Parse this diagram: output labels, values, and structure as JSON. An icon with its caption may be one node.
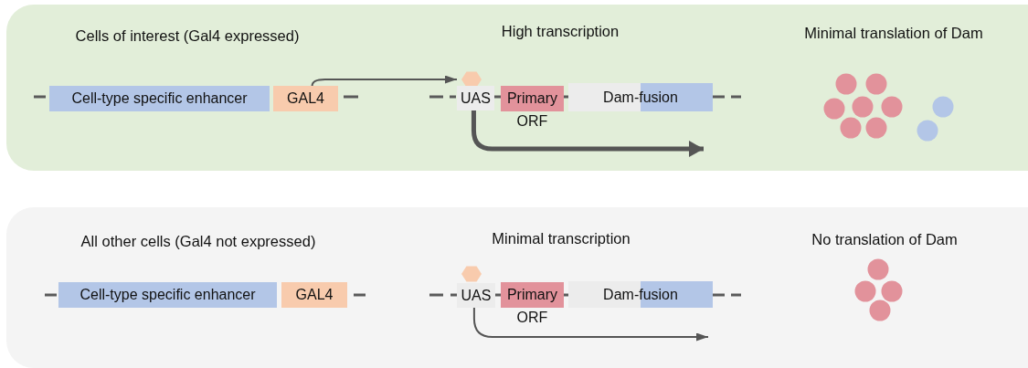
{
  "diagram": {
    "nodes": [
      {
        "text": [
          "Cells of interest (Gal4 expressed)",
          "High transcription",
          "Minimal translation of Dam"
        ]
      },
      {
        "text": [
          "Cell-type specific enhancer"
        ],
        "in": 0
      },
      {
        "text": [
          "GAL4"
        ],
        "in": 0
      },
      {
        "text": [],
        "shape": "hexagon",
        "in": 0
      },
      {
        "text": [
          "UAS"
        ],
        "in": 0
      },
      {
        "text": [
          "Primary"
        ],
        "beside": [
          "ORF"
        ],
        "in": 0
      },
      {
        "text": [
          "Dam-fusion"
        ],
        "in": 0
      },
      {
        "text": [
          "All other cells (Gal4 not expressed)",
          "Minimal transcription",
          "No translation of Dam"
        ]
      },
      {
        "text": [
          "Cell-type specific enhancer"
        ],
        "in": 7
      },
      {
        "text": [
          "GAL4"
        ],
        "in": 7
      },
      {
        "text": [],
        "shape": "hexagon",
        "in": 7
      },
      {
        "text": [
          "UAS"
        ],
        "in": 7
      },
      {
        "text": [
          "Primary"
        ],
        "beside": [
          "ORF"
        ],
        "in": 7
      },
      {
        "text": [
          "Dam-fusion"
        ],
        "in": 7
      }
    ],
    "edges": [
      {
        "from": 2,
        "to": 3,
        "arrow": "to"
      },
      {
        "from": 4,
        "to": null,
        "arrow": "to",
        "style": "thick"
      },
      {
        "from": 11,
        "to": null,
        "arrow": "to"
      }
    ]
  }
}
